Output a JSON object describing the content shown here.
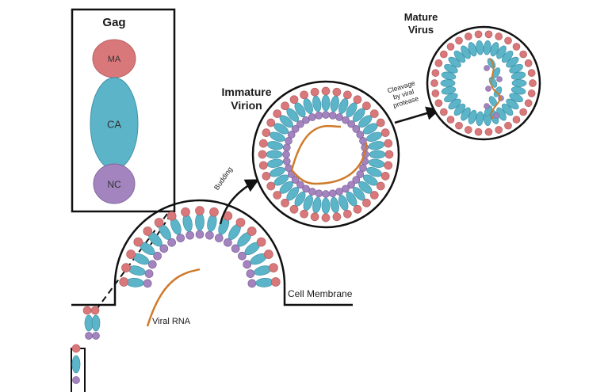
{
  "gag_box": {
    "title": "Gag",
    "domains": [
      {
        "label": "MA",
        "color": "#d9787a"
      },
      {
        "label": "CA",
        "color": "#5cb4c9"
      },
      {
        "label": "NC",
        "color": "#a384bf"
      }
    ]
  },
  "labels": {
    "immature_line1": "Immature",
    "immature_line2": "Virion",
    "mature_line1": "Mature",
    "mature_line2": "Virus",
    "budding": "Budding",
    "cleavage_line1": "Cleavage",
    "cleavage_line2": "by viral",
    "cleavage_line3": "protease",
    "cell_membrane": "Cell Membrane",
    "viral_rna": "Viral RNA"
  },
  "colors": {
    "ma": "#d9787a",
    "ca": "#5cb4c9",
    "nc": "#a384bf",
    "rna": "#cf7a2a",
    "outline": "#111111"
  }
}
